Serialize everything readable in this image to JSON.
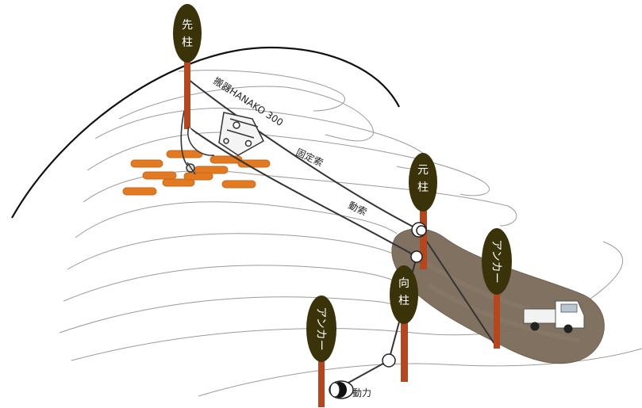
{
  "colors": {
    "trunk": "#b5461d",
    "canopy": "#3a3208",
    "log": "#e27a22",
    "road": "#7a6a58",
    "cable": "#333333",
    "contour": "#9a9a9a"
  },
  "trees": {
    "saki": {
      "line1": "先",
      "line2": "柱"
    },
    "moto": {
      "line1": "元",
      "line2": "柱"
    },
    "muki": {
      "line1": "向",
      "line2": "柱"
    },
    "anchor_right": {
      "text": "アンカー"
    },
    "anchor_left": {
      "text": "アンカー"
    }
  },
  "labels": {
    "carriage": "搬器HANAKO 300",
    "skyline": "固定索",
    "mainline": "動索",
    "power": "動力"
  },
  "icons": {
    "carriage": "carriage-icon",
    "truck": "truck-icon",
    "winch": "winch-drum-icon",
    "pulley": "pulley-icon"
  }
}
